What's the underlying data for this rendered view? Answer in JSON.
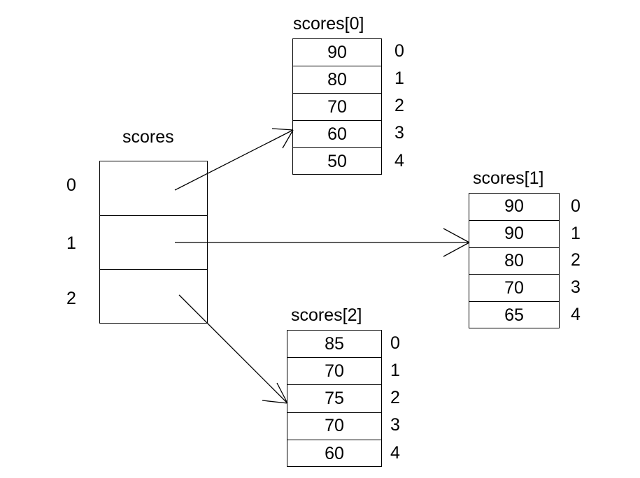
{
  "diagram": {
    "type": "array-of-arrays",
    "background_color": "#ffffff",
    "line_color": "#000000",
    "text_color": "#000000"
  },
  "root_array": {
    "title": "scores",
    "index_labels": [
      "0",
      "1",
      "2"
    ],
    "cells": [
      "",
      "",
      ""
    ],
    "cell_count": 3
  },
  "sub_arrays": [
    {
      "title": "scores[0]",
      "values": [
        "90",
        "80",
        "70",
        "60",
        "50"
      ],
      "index_labels": [
        "0",
        "1",
        "2",
        "3",
        "4"
      ]
    },
    {
      "title": "scores[1]",
      "values": [
        "90",
        "90",
        "80",
        "70",
        "65"
      ],
      "index_labels": [
        "0",
        "1",
        "2",
        "3",
        "4"
      ]
    },
    {
      "title": "scores[2]",
      "values": [
        "85",
        "70",
        "75",
        "70",
        "60"
      ],
      "index_labels": [
        "0",
        "1",
        "2",
        "3",
        "4"
      ]
    }
  ],
  "pointers": [
    {
      "name": "pointer-row-0",
      "from_row": "0",
      "to_array": "scores[0]"
    },
    {
      "name": "pointer-row-1",
      "from_row": "1",
      "to_array": "scores[1]"
    },
    {
      "name": "pointer-row-2",
      "from_row": "2",
      "to_array": "scores[2]"
    }
  ]
}
